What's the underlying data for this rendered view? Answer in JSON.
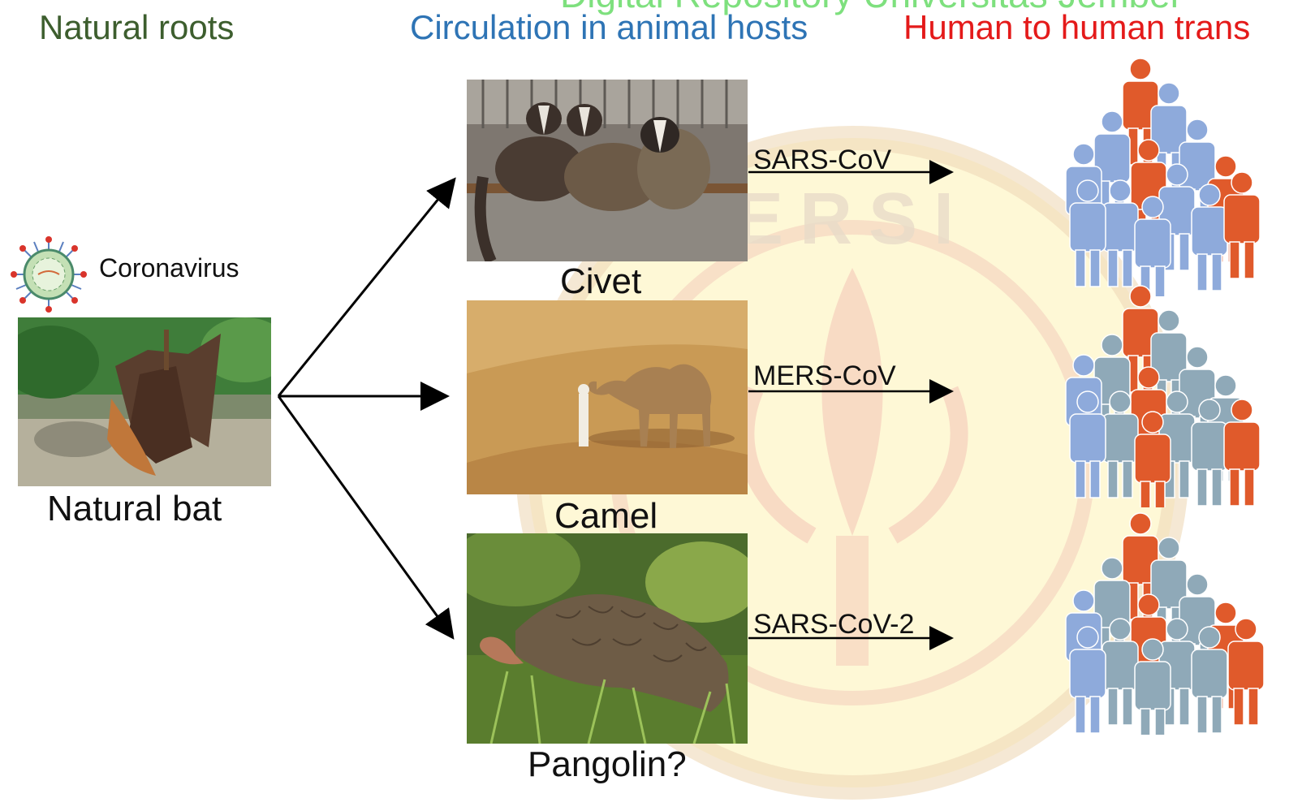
{
  "watermark_text": "Digital Repository Universitas Jember",
  "headers": {
    "natural_roots": "Natural roots",
    "animal_hosts": "Circulation in animal hosts",
    "human_transmission": "Human to human trans"
  },
  "colors": {
    "natural_roots": "#3d5e2e",
    "animal_hosts": "#2e74b5",
    "human_transmission": "#e41a1a",
    "person_blue": "#8eaadb",
    "person_orange": "#e05a2b",
    "person_steel": "#8fa9b8"
  },
  "source": {
    "virus_label": "Coronavirus",
    "bat_label": "Natural bat",
    "virus_icon": "coronavirus-icon",
    "bat_icon": "bat-photo"
  },
  "hosts": [
    {
      "label": "Civet",
      "virus": "SARS-CoV",
      "icon": "civet-photo"
    },
    {
      "label": "Camel",
      "virus": "MERS-CoV",
      "icon": "camel-photo"
    },
    {
      "label": "Pangolin?",
      "virus": "SARS-CoV-2",
      "icon": "pangolin-photo"
    }
  ],
  "watermark_icon": "university-seal-watermark"
}
